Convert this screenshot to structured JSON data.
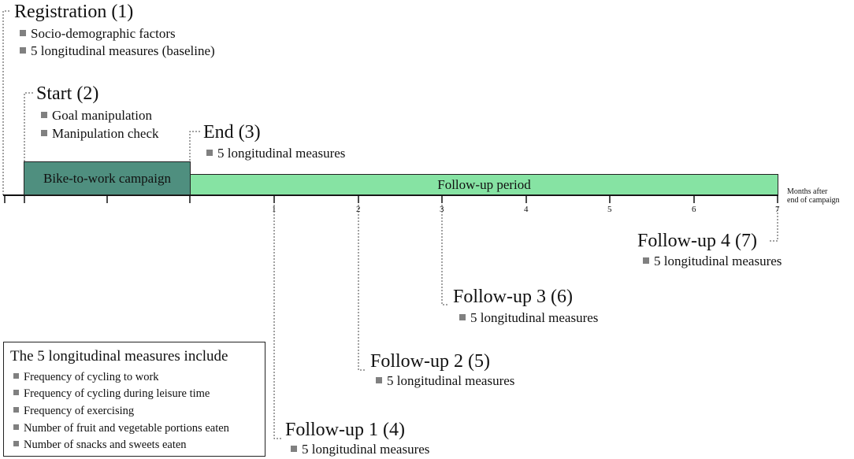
{
  "registration": {
    "title": "Registration (1)",
    "items": [
      "Socio-demographic factors",
      "5 longitudinal measures (baseline)"
    ]
  },
  "start": {
    "title": "Start (2)",
    "items": [
      "Goal manipulation",
      "Manipulation check"
    ]
  },
  "end": {
    "title": "End (3)",
    "items": [
      "5 longitudinal measures"
    ]
  },
  "campaign_bar": {
    "label": "Bike-to-work campaign",
    "color": "#4f8f7f"
  },
  "followup_bar": {
    "label": "Follow-up period",
    "color": "#86e3a3"
  },
  "axis": {
    "ticks": [
      "1",
      "2",
      "3",
      "4",
      "5",
      "6",
      "7"
    ],
    "note_line1": "Months after",
    "note_line2": "end of campaign"
  },
  "followups": [
    {
      "title": "Follow-up 1 (4)",
      "item": "5 longitudinal measures"
    },
    {
      "title": "Follow-up 2 (5)",
      "item": "5 longitudinal measures"
    },
    {
      "title": "Follow-up 3 (6)",
      "item": "5 longitudinal measures"
    },
    {
      "title": "Follow-up 4 (7)",
      "item": "5 longitudinal measures"
    }
  ],
  "legend": {
    "title": "The 5 longitudinal measures include",
    "items": [
      "Frequency of cycling to work",
      "Frequency of cycling during leisure time",
      "Frequency of exercising",
      "Number of fruit and vegetable portions eaten",
      "Number of snacks and sweets eaten"
    ]
  }
}
